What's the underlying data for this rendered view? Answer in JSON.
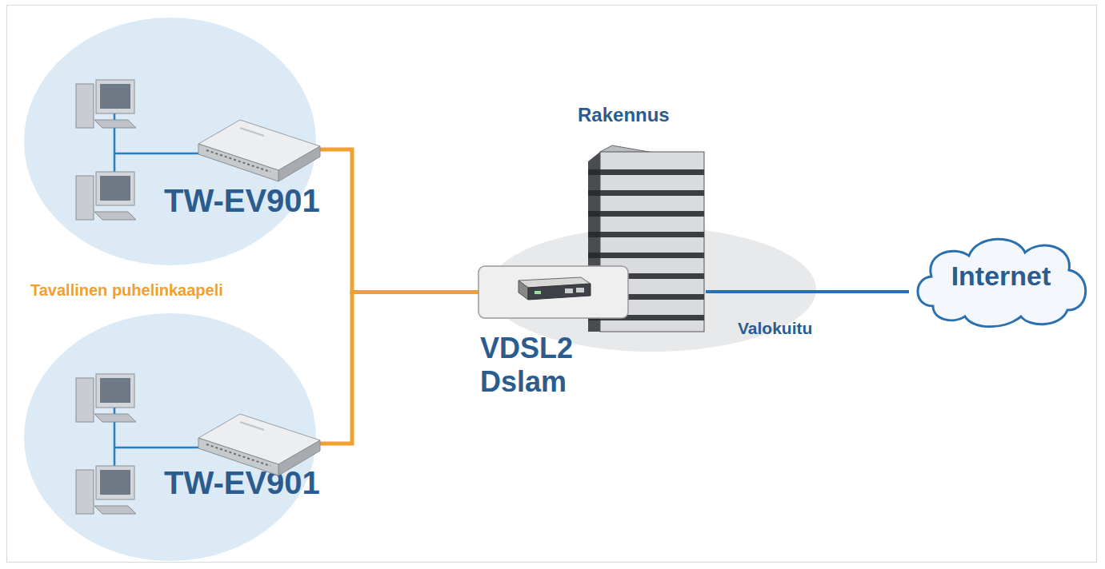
{
  "diagram": {
    "nodes": [
      {
        "text": [
          "TW-EV901"
        ]
      },
      {
        "text": [
          "TW-EV901"
        ]
      },
      {
        "text": [
          "VDSL2 Dslam"
        ]
      },
      {
        "text": [
          "Rakennus"
        ]
      },
      {
        "text": [
          "Internet"
        ]
      }
    ],
    "edges": [
      {
        "from": 0,
        "to": 2,
        "arrow": "none"
      },
      {
        "from": 1,
        "to": 2,
        "arrow": "none"
      },
      {
        "from": 3,
        "to": 4,
        "label": "Valokuitu",
        "arrow": "none"
      }
    ],
    "labels": [
      "Tavallinen puhelinkaapeli"
    ]
  }
}
